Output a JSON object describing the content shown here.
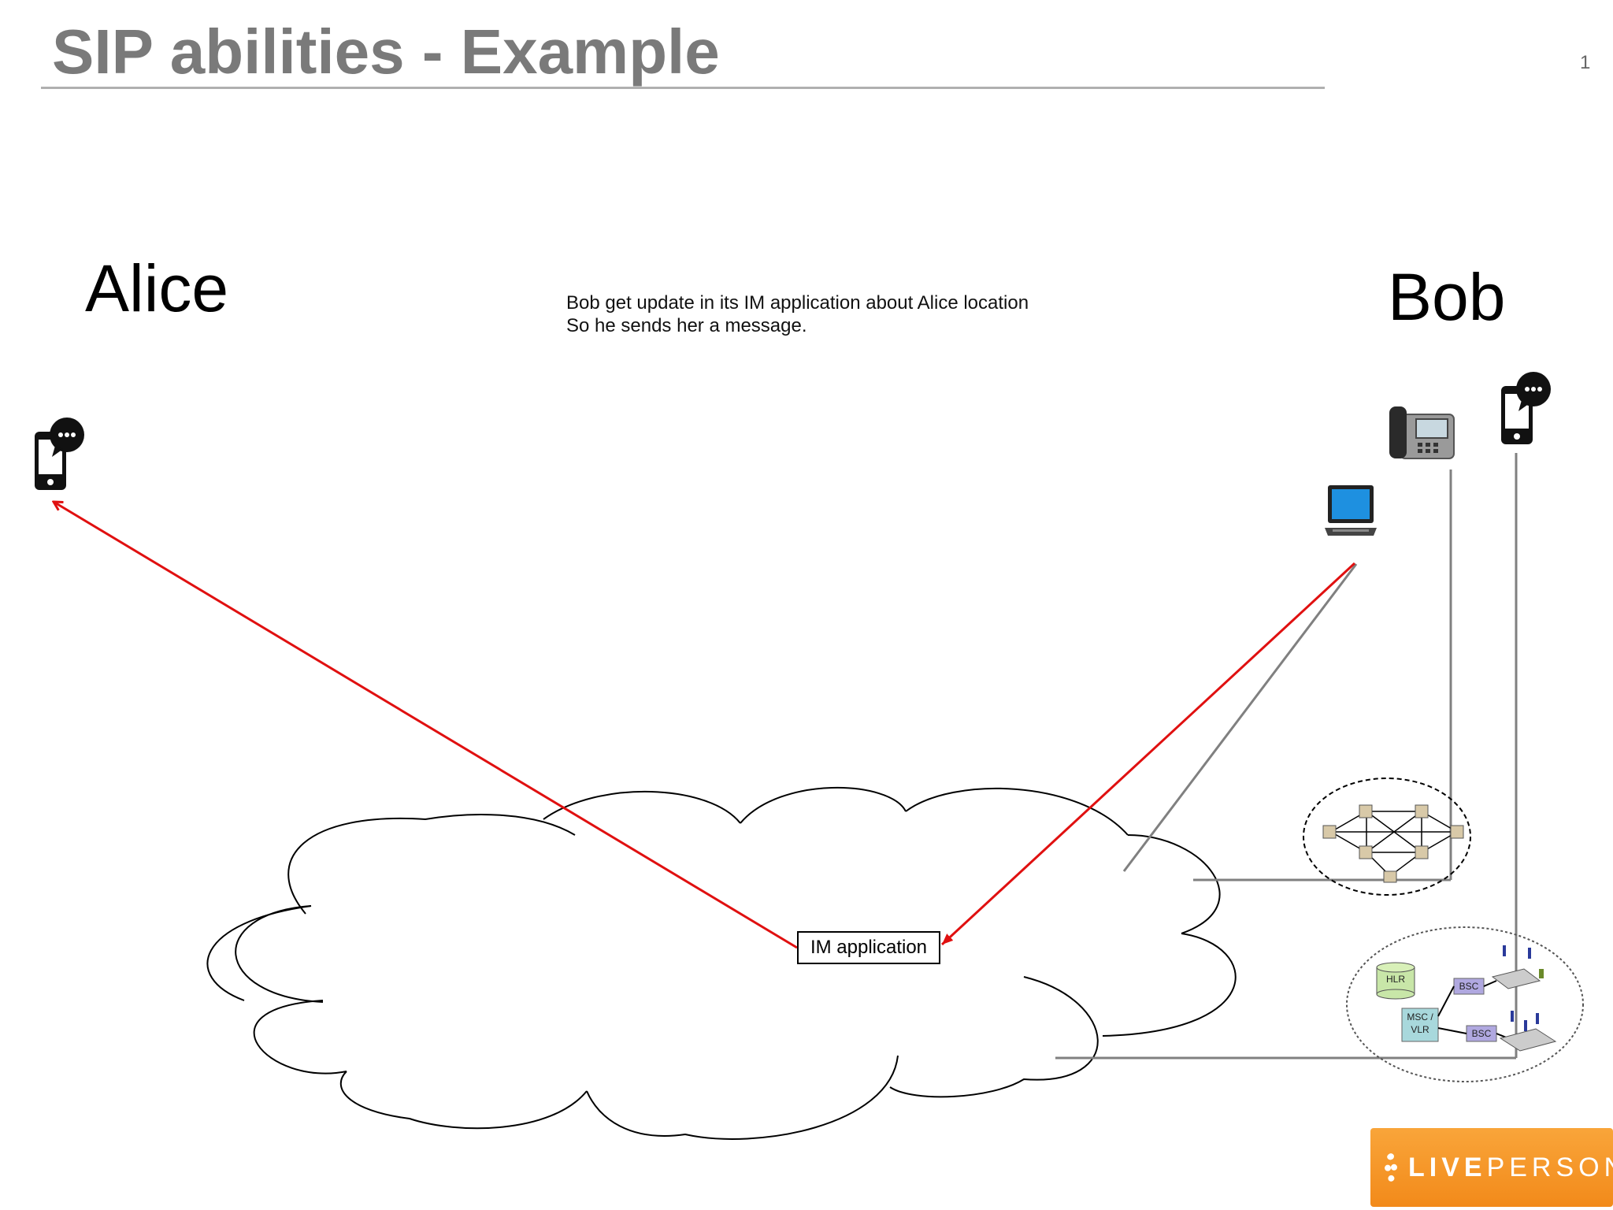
{
  "slide": {
    "title": "SIP abilities - Example",
    "page_number": "1"
  },
  "people": {
    "alice": "Alice",
    "bob": "Bob"
  },
  "caption": {
    "line1": "Bob get update in its IM application about Alice location",
    "line2": "So he sends her a message."
  },
  "network": {
    "im_application": "IM application",
    "hlr": "HLR",
    "msc_line1": "MSC /",
    "msc_line2": "VLR",
    "bsc1": "BSC",
    "bsc2": "BSC"
  },
  "logo": {
    "text_bold": "LIVE",
    "text_light": "PERSON"
  },
  "colors": {
    "message_arrow": "#e01010",
    "connection_line": "#808080",
    "logo_orange": "#f7941d"
  },
  "icons": [
    "chat-phone-icon",
    "desk-phone-icon",
    "laptop-icon",
    "ss7-network-icon",
    "cellular-network-icon"
  ]
}
